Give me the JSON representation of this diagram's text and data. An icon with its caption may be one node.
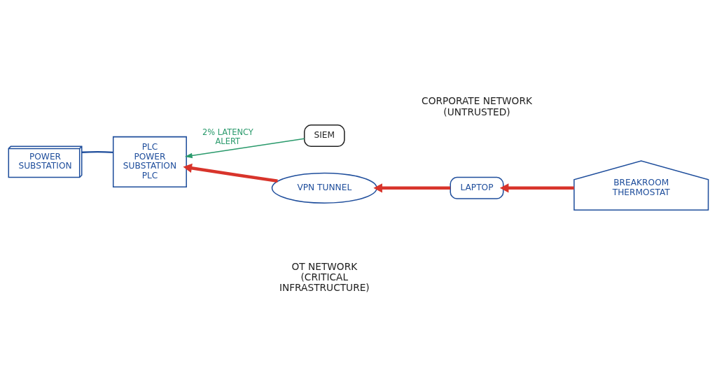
{
  "diagram": {
    "nodes": [
      {
        "text": [
          "SIEM"
        ]
      },
      {
        "text": [
          "POWER SUBSTATION"
        ]
      },
      {
        "text": [
          "PLC",
          "POWER SUBSTATION PLC"
        ]
      },
      {
        "text": [
          "VPN TUNNEL"
        ]
      },
      {
        "text": [
          "LAPTOP"
        ]
      },
      {
        "text": [
          "BREAKROOM THERMOSTAT"
        ]
      }
    ],
    "edges": [
      {
        "from": 0,
        "to": 2,
        "arrow": "to",
        "label": "2% LATENCY ALERT",
        "color": "#2a9a6c"
      },
      {
        "from": 5,
        "to": 4,
        "arrow": "to"
      },
      {
        "from": 4,
        "to": 3,
        "arrow": "to"
      },
      {
        "from": 3,
        "to": 2,
        "arrow": "to"
      },
      {
        "from": 1,
        "to": 2,
        "arrow": "none",
        "color": "#1f4e9c"
      }
    ],
    "labels": [
      "CORPORATE NETWORK (UNTRUSTED)",
      "OT NETWORK (CRITICAL INFRASTRUCTURE)"
    ]
  }
}
